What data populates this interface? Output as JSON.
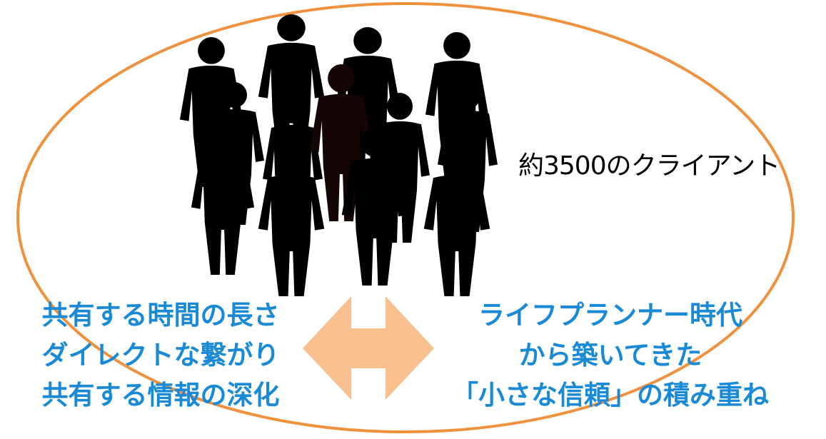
{
  "colors": {
    "ellipse_stroke": "#f0913e",
    "arrow_fill": "#f8c08e",
    "text_blue": "#1a8ad6",
    "silhouette": "#000000"
  },
  "icons": {
    "crowd": "people-silhouette-icon",
    "arrow": "double-headed-arrow-icon"
  },
  "client_label": "約3500のクライアント",
  "left_block": {
    "lines": [
      "共有する時間の長さ",
      "ダイレクトな繋がり",
      "共有する情報の深化"
    ]
  },
  "right_block": {
    "lines": [
      "ライフプランナー時代",
      "から築いてきた",
      "「小さな信頼」の積み重ね"
    ]
  }
}
